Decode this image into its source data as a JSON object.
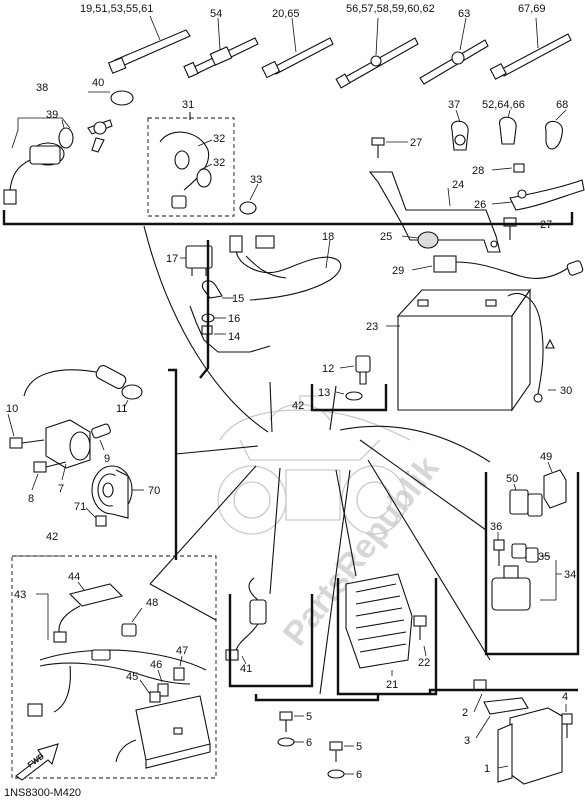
{
  "diagram_code": "1NS8300-M420",
  "watermark": "PartsRepublik",
  "fwd_label": "FWD",
  "callouts": {
    "c_19_51": "19,51,53,55,61",
    "c_54": "54",
    "c_20_65": "20,65",
    "c_56_62": "56,57,58,59,60,62",
    "c_63": "63",
    "c_67_69": "67,69",
    "c_38": "38",
    "c_40": "40",
    "c_39": "39",
    "c_31": "31",
    "c_32a": "32",
    "c_32b": "32",
    "c_33": "33",
    "c_37": "37",
    "c_52_66": "52,64,66",
    "c_68": "68",
    "c_27a": "27",
    "c_28": "28",
    "c_24": "24",
    "c_26": "26",
    "c_27b": "27",
    "c_25": "25",
    "c_18": "18",
    "c_17": "17",
    "c_15": "15",
    "c_16": "16",
    "c_14": "14",
    "c_29": "29",
    "c_23": "23",
    "c_30": "30",
    "c_12": "12",
    "c_13": "13",
    "c_42a": "42",
    "c_11": "11",
    "c_10": "10",
    "c_9": "9",
    "c_7": "7",
    "c_8": "8",
    "c_70": "70",
    "c_71": "71",
    "c_49": "49",
    "c_50": "50",
    "c_36": "36",
    "c_35": "35",
    "c_34": "34",
    "c_42b": "42",
    "c_43": "43",
    "c_44": "44",
    "c_48": "48",
    "c_47": "47",
    "c_46": "46",
    "c_45": "45",
    "c_41": "41",
    "c_22": "22",
    "c_21": "21",
    "c_5a": "5",
    "c_6a": "6",
    "c_5b": "5",
    "c_6b": "6",
    "c_4": "4",
    "c_2": "2",
    "c_3": "3",
    "c_1": "1"
  }
}
